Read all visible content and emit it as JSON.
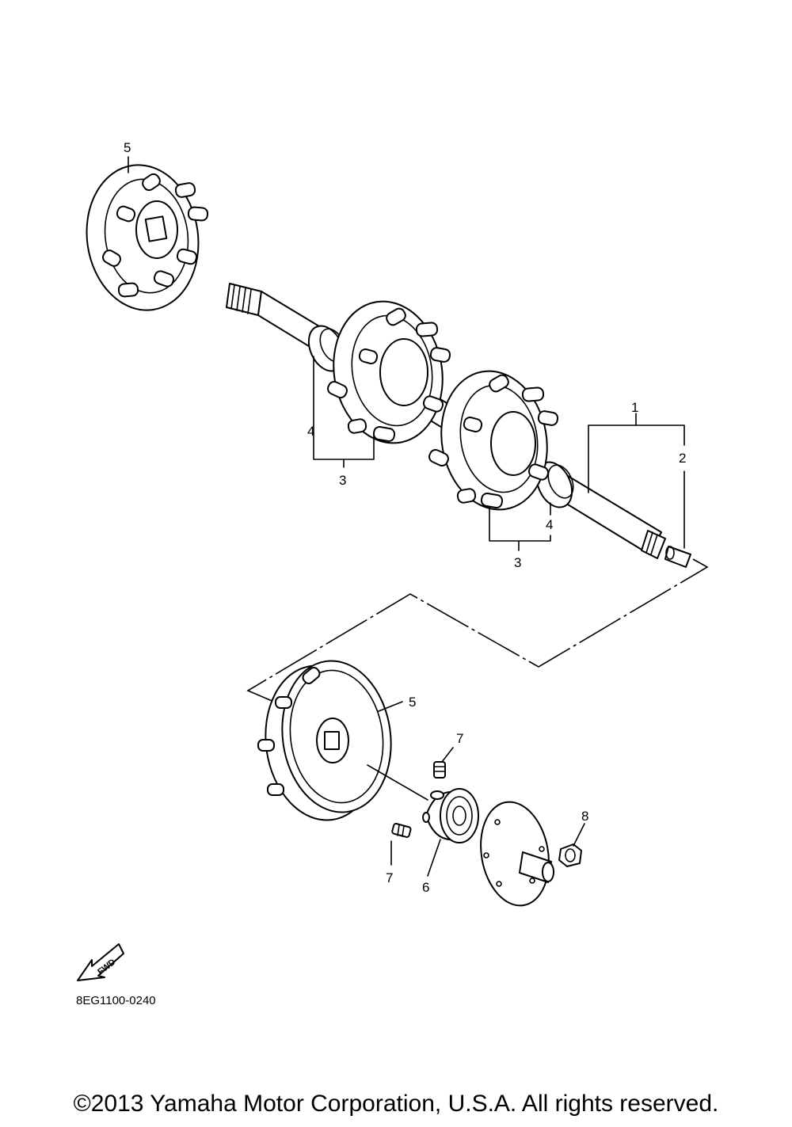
{
  "callouts": {
    "c1": "1",
    "c2": "2",
    "c3a": "3",
    "c3b": "3",
    "c4a": "4",
    "c4b": "4",
    "c5a": "5",
    "c5b": "5",
    "c6": "6",
    "c7a": "7",
    "c7b": "7",
    "c8": "8"
  },
  "fwd_label": "FWD",
  "diagram_code": "8EG1100-0240",
  "copyright": "©2013 Yamaha Motor Corporation, U.S.A. All rights reserved."
}
